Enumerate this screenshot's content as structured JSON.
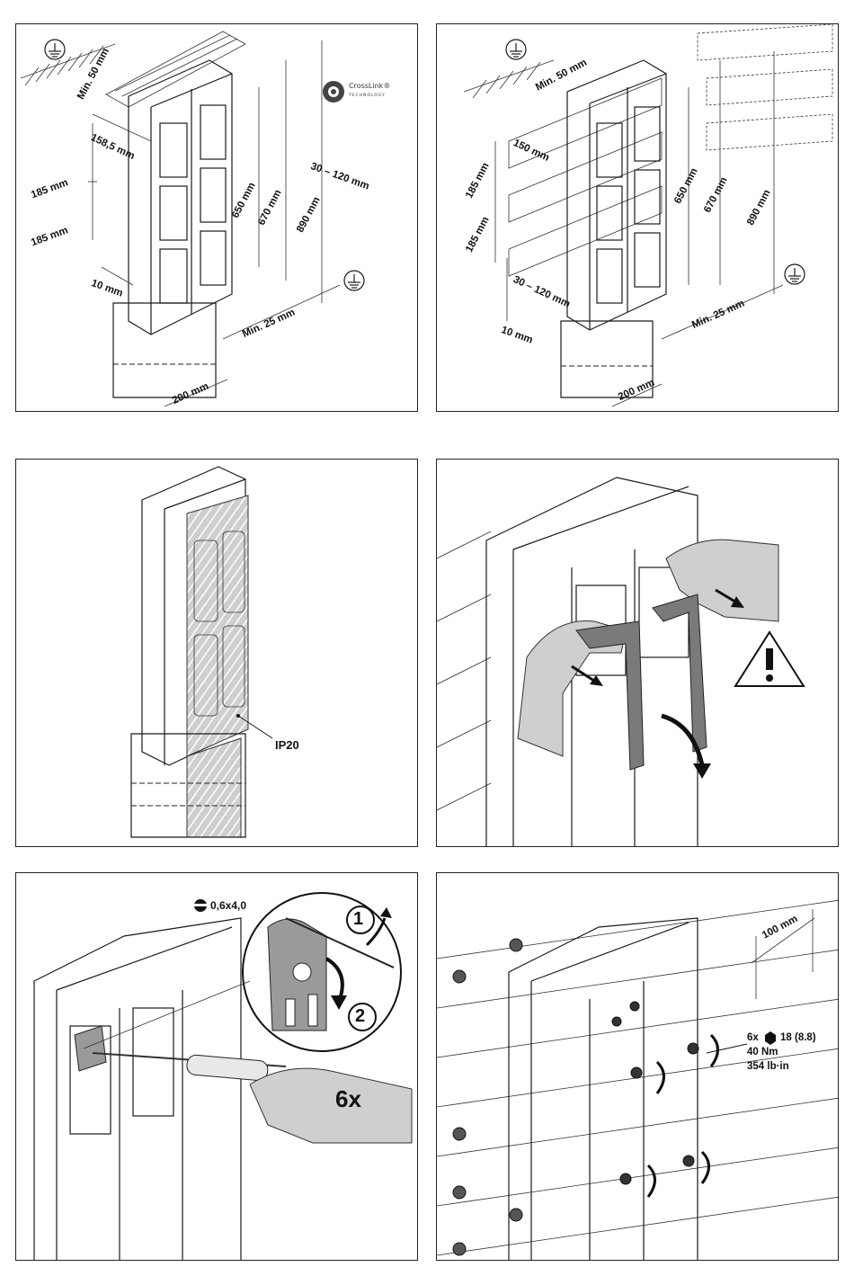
{
  "panel1": {
    "dims": {
      "min50": "Min. 50 mm",
      "w158": "158,5 mm",
      "h185a": "185 mm",
      "h185b": "185 mm",
      "d30_120": "30 – 120 mm",
      "h650": "650 mm",
      "h670": "670 mm",
      "h890": "890 mm",
      "d10": "10 mm",
      "min25": "Min. 25 mm",
      "w200": "200 mm"
    },
    "logo": {
      "name": "CrossLink®",
      "sub": "TECHNOLOGY"
    }
  },
  "panel2": {
    "dims": {
      "min50": "Min. 50 mm",
      "w150": "150 mm",
      "h185a": "185 mm",
      "h185b": "185 mm",
      "d30_120": "30 – 120 mm",
      "h650": "650 mm",
      "h670": "670 mm",
      "h890": "890 mm",
      "d10": "10 mm",
      "min25": "Min. 25 mm",
      "w200": "200 mm"
    }
  },
  "panel3": {
    "ip": "IP20"
  },
  "panel4": {
    "warning_symbol": "warning-triangle-icon"
  },
  "panel5": {
    "tool_spec": "0,6x4,0",
    "step1": "1",
    "step2": "2",
    "count": "6x"
  },
  "panel6": {
    "spacing": "100 mm",
    "bolt_count": "6x",
    "bolt_spec": "18 (8.8)",
    "torque_nm": "40 Nm",
    "torque_lbin": "354 lb·in"
  }
}
